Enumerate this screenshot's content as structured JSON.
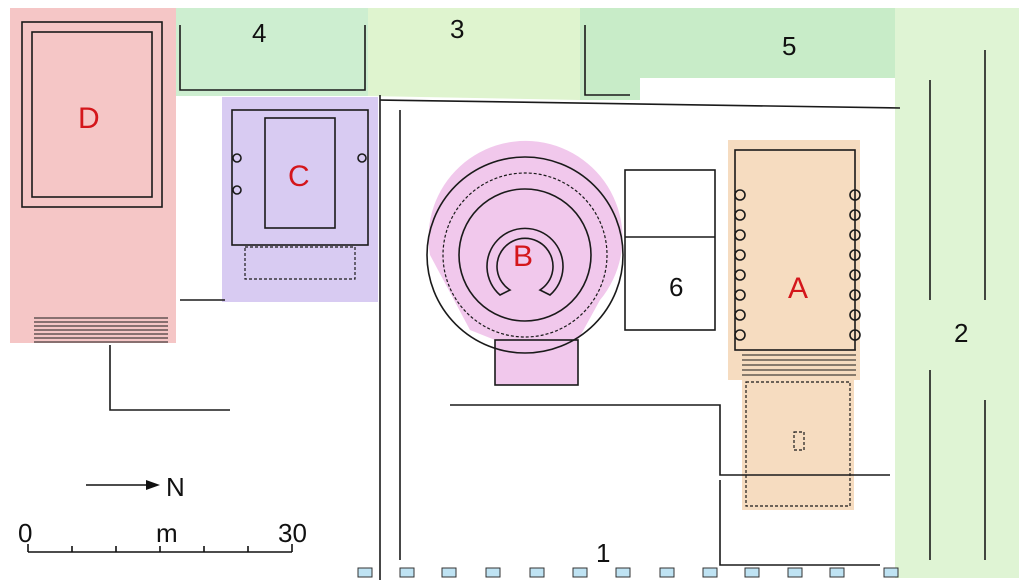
{
  "zones": {
    "A": {
      "label": "A",
      "color": "#f6dcc0"
    },
    "B": {
      "label": "B",
      "color": "#f1c8ec"
    },
    "C": {
      "label": "C",
      "color": "#d8cbf2"
    },
    "D": {
      "label": "D",
      "color": "#f5c6c6"
    }
  },
  "areas": {
    "a1": {
      "label": "1"
    },
    "a2": {
      "label": "2",
      "color": "#dff4d4"
    },
    "a3": {
      "label": "3",
      "color": "#dff4cf"
    },
    "a4": {
      "label": "4",
      "color": "#cdeed0"
    },
    "a5": {
      "label": "5",
      "color": "#c8ecc8"
    },
    "a6": {
      "label": "6"
    }
  },
  "north_arrow": {
    "label": "N"
  },
  "scale_bar": {
    "start": "0",
    "unit": "m",
    "end": "30"
  }
}
